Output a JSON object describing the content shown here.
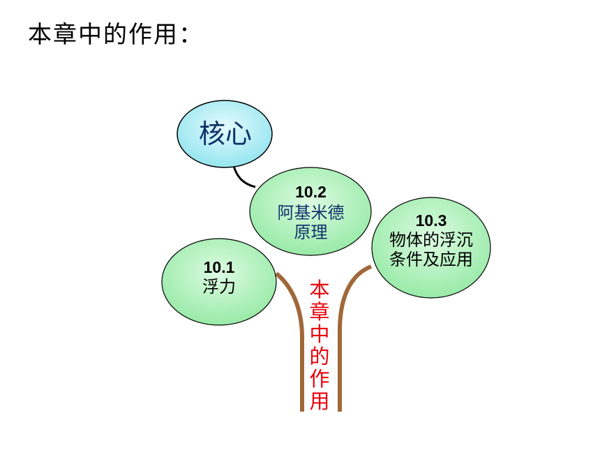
{
  "page": {
    "title": "本章中的作用："
  },
  "diagram": {
    "core": {
      "label": "核心"
    },
    "nodes": {
      "n102": {
        "number": "10.2",
        "name": "阿基米德原理"
      },
      "n103": {
        "number": "10.3",
        "name": "物体的浮沉条件及应用"
      },
      "n101": {
        "number": "10.1",
        "name": "浮力"
      }
    },
    "trunk_label": "本章中的作用"
  },
  "colors": {
    "core_fill": "#a5ecf5",
    "node_fill": "#a4efb2",
    "trunk": "#a0683a",
    "trunk_text": "#e8000b",
    "dark_blue_text": "#10326a"
  }
}
